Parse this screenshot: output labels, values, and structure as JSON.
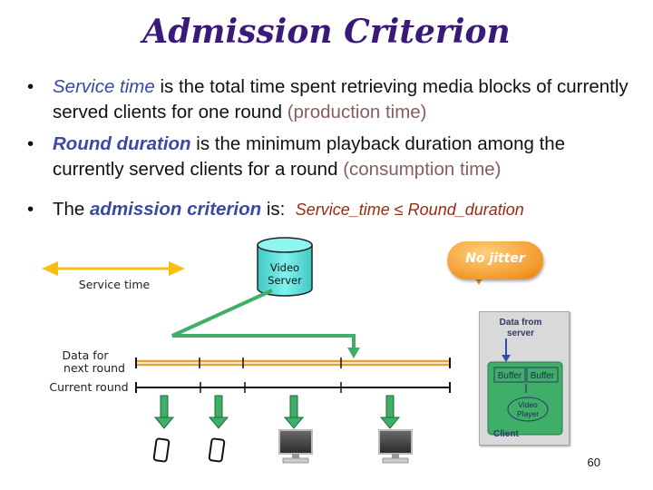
{
  "title": "Admission Criterion",
  "bullets": [
    {
      "kw": "Service time",
      "text": " is the total time spent retrieving media blocks of currently served clients for one round ",
      "paren": "(production time)"
    },
    {
      "kw": "Round duration",
      "text": " is the minimum playback duration among the currently served clients for a round ",
      "paren": "(consumption time)"
    }
  ],
  "bullet3": {
    "pre": "The ",
    "kw": "admission criterion",
    "post": " is:",
    "formula": "Service_time  ≤  Round_duration"
  },
  "bullet_char": "•",
  "diagram": {
    "service_time": "Service time",
    "server_line1": "Video",
    "server_line2": "Server",
    "bubble": "No jitter",
    "data_next_line1": "Data for",
    "data_next_line2": "next round",
    "current_round": "Current round",
    "client": {
      "data_from_line1": "Data from",
      "data_from_line2": "server",
      "buffer1": "Buffer",
      "buffer2": "Buffer",
      "player_line1": "Video",
      "player_line2": "Player",
      "label": "Client"
    }
  },
  "page_number": "60",
  "colors": {
    "title": "#3a1a78",
    "keyword": "#3b49a6",
    "formula": "#9c2a12",
    "arrow": "#f5c010",
    "timeline": "#e8a23a",
    "green": "#3fae68",
    "server": "#63e3df"
  }
}
